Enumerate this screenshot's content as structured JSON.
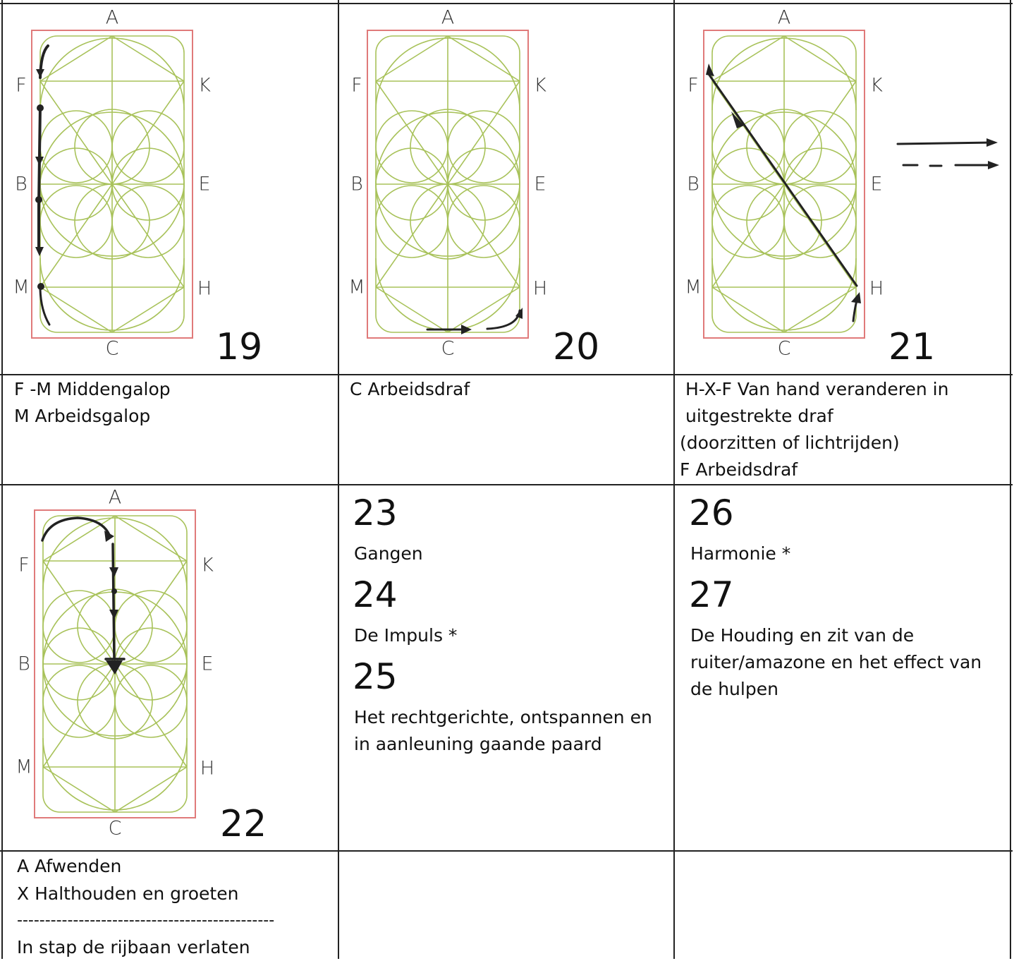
{
  "arena_letters": {
    "top": "A",
    "bottom": "C",
    "left_upper": "F",
    "left_mid": "B",
    "left_lower": "M",
    "right_upper": "K",
    "right_mid": "E",
    "right_lower": "H"
  },
  "figures": [
    {
      "number": "19",
      "lines": [
        "F -M Middengalop",
        "M Arbeidsgalop"
      ]
    },
    {
      "number": "20",
      "lines": [
        "C Arbeidsdraf"
      ]
    },
    {
      "number": "21",
      "lines": [
        "H-X-F Van hand veranderen in",
        "uitgestrekte draf",
        "(doorzitten of  lichtrijden)",
        "F Arbeidsdraf"
      ]
    },
    {
      "number": "22",
      "lines": [
        "A Afwenden",
        "X Halthouden en groeten"
      ],
      "separator": "----------------------------------------------",
      "after": "In stap de rijbaan verlaten"
    }
  ],
  "scores_left": [
    {
      "number": "23",
      "label": "Gangen"
    },
    {
      "number": "24",
      "label": "De Impuls *"
    },
    {
      "number": "25",
      "lines": [
        "Het rechtgerichte, ontspannen en",
        "in aanleuning gaande paard"
      ]
    }
  ],
  "scores_right": [
    {
      "number": "26",
      "label": "Harmonie *"
    },
    {
      "number": "27",
      "lines": [
        "De Houding en zit van de",
        "ruiter/amazone en het effect van",
        "de hulpen"
      ]
    }
  ],
  "colors": {
    "arena_border": "#e07a7a",
    "figure_lines": "#a8c25a",
    "ink": "#111111"
  }
}
